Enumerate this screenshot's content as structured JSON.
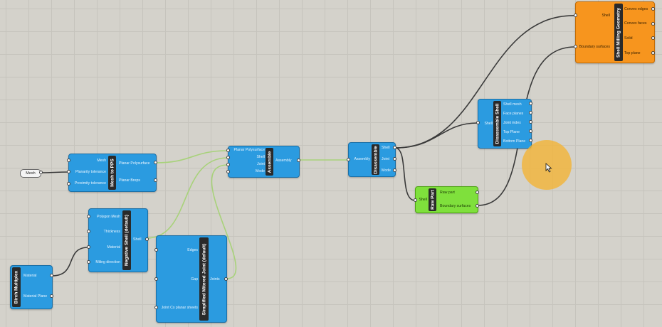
{
  "canvas": {
    "background": "#d4d2cb",
    "grid_color": "#c6c4bd",
    "wire_color": "#3a3a3a",
    "wire_selected_color": "#a8d27a"
  },
  "colors": {
    "blue_component": "#2b9be0",
    "orange_component": "#f7951e",
    "green_component": "#7fe03c",
    "cursor_halo": "#f4b432"
  },
  "param_mesh": {
    "label": "Mesh"
  },
  "mesh_to_pps": {
    "title": "Mesh to PPS",
    "inputs": [
      "Mesh",
      "Planarity tolerance",
      "Proximity tolerance"
    ],
    "outputs": [
      "Planar Polysurface",
      "Planar Breps"
    ]
  },
  "assemble": {
    "title": "Assemble",
    "inputs": [
      "Planar Polysurface",
      "Shell",
      "Joint",
      "Mode"
    ],
    "outputs": [
      "Assembly"
    ]
  },
  "disassemble": {
    "title": "Disassemble",
    "inputs": [
      "Assembly"
    ],
    "outputs": [
      "Shell",
      "Joint",
      "Mode"
    ]
  },
  "disassemble_shell": {
    "title": "Disassemble Shell",
    "inputs": [
      "Shell"
    ],
    "outputs": [
      "Shell mesh",
      "Face planes",
      "Joint index",
      "Top Plane",
      "Bottom Plane"
    ]
  },
  "shell_milling": {
    "title": "Shell Milling Geometry",
    "inputs": [
      "Shell",
      "Boundary surfaces"
    ],
    "outputs": [
      "Convex edges",
      "Convex faces",
      "Solid",
      "Top plane"
    ]
  },
  "raw_part": {
    "title": "Raw Part",
    "inputs": [
      "Shell"
    ],
    "outputs": [
      "Raw part",
      "Boundary surfaces"
    ]
  },
  "negative_shell": {
    "title": "Negative Shell (default)",
    "inputs": [
      "Polygon Mesh",
      "Thickness",
      "Material",
      "Miling direction"
    ],
    "outputs": [
      "Shell"
    ]
  },
  "birch_multiplex": {
    "title": "Birch Multiplex",
    "outputs": [
      "Material",
      "Material Plane"
    ]
  },
  "mitered_joint": {
    "title": "Simplified Mitered Joint (default)",
    "inputs": [
      "Edges",
      "Gap",
      "Joint Cs planar sheets"
    ],
    "outputs": [
      "Joints"
    ]
  }
}
